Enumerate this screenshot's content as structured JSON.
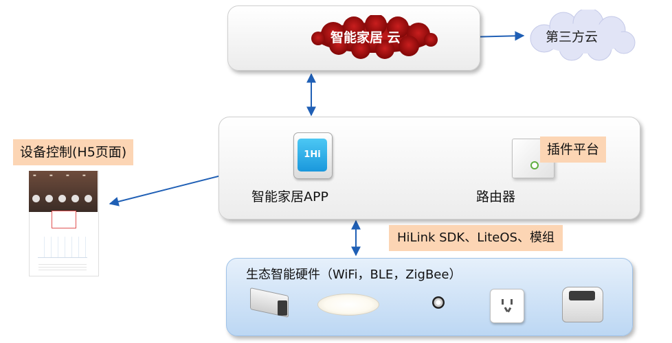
{
  "cloud": {
    "smart_home_cloud": "智能家居 云",
    "third_party_cloud": "第三方云"
  },
  "app_layer": {
    "app_label": "智能家居APP",
    "app_icon_text": "1Hi",
    "router_label": "路由器",
    "plugin_platform_tag": "插件平台"
  },
  "device_control_tag": "设备控制(H5页面)",
  "protocol_tag": "HiLink SDK、LiteOS、模组",
  "hardware": {
    "title": "生态智能硬件（WiFi，BLE，ZigBee）",
    "devices": [
      "gateway-icon",
      "ceiling-lamp-icon",
      "spotlight-icon",
      "smart-socket-icon",
      "air-purifier-icon"
    ]
  },
  "colors": {
    "cloud_red": "#a01010",
    "third_party_cloud": "#e1e4f6",
    "tag_bg": "#fcd5b4",
    "arrow_blue": "#1f5fb5",
    "hw_panel": "#bcd7f3"
  }
}
